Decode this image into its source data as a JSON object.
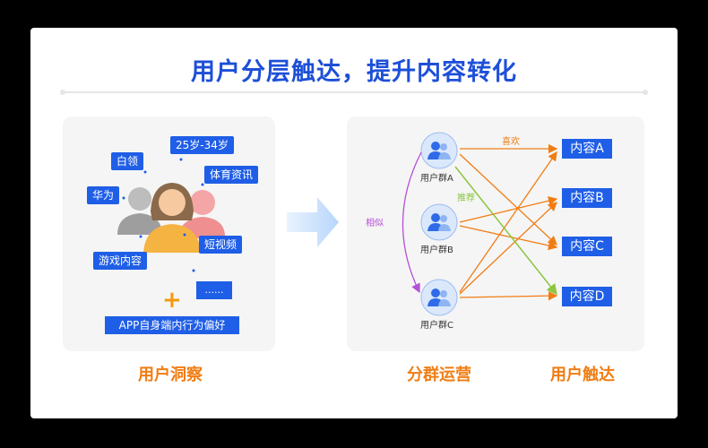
{
  "title": "用户分层触达，提升内容转化",
  "left": {
    "tags": {
      "age": "25岁-34岁",
      "white_collar": "白领",
      "sports_news": "体育资讯",
      "huawei": "华为",
      "short_video": "短视频",
      "game_content": "游戏内容"
    },
    "plus": "+",
    "ellipsis": "......",
    "preference": "APP自身端内行为偏好",
    "caption": "用户洞察"
  },
  "right": {
    "groups": [
      "用户群A",
      "用户群B",
      "用户群C"
    ],
    "contents": [
      "内容A",
      "内容B",
      "内容C",
      "内容D"
    ],
    "edge_labels": {
      "like": "喜欢",
      "recommend": "推荐",
      "similar": "相似"
    },
    "captions": {
      "segment": "分群运营",
      "reach": "用户触达"
    }
  },
  "colors": {
    "brand_blue": "#1f5ee6",
    "title_blue": "#1d4fd8",
    "orange": "#f07d14",
    "green": "#8cc63f",
    "purple": "#b44fd6"
  }
}
